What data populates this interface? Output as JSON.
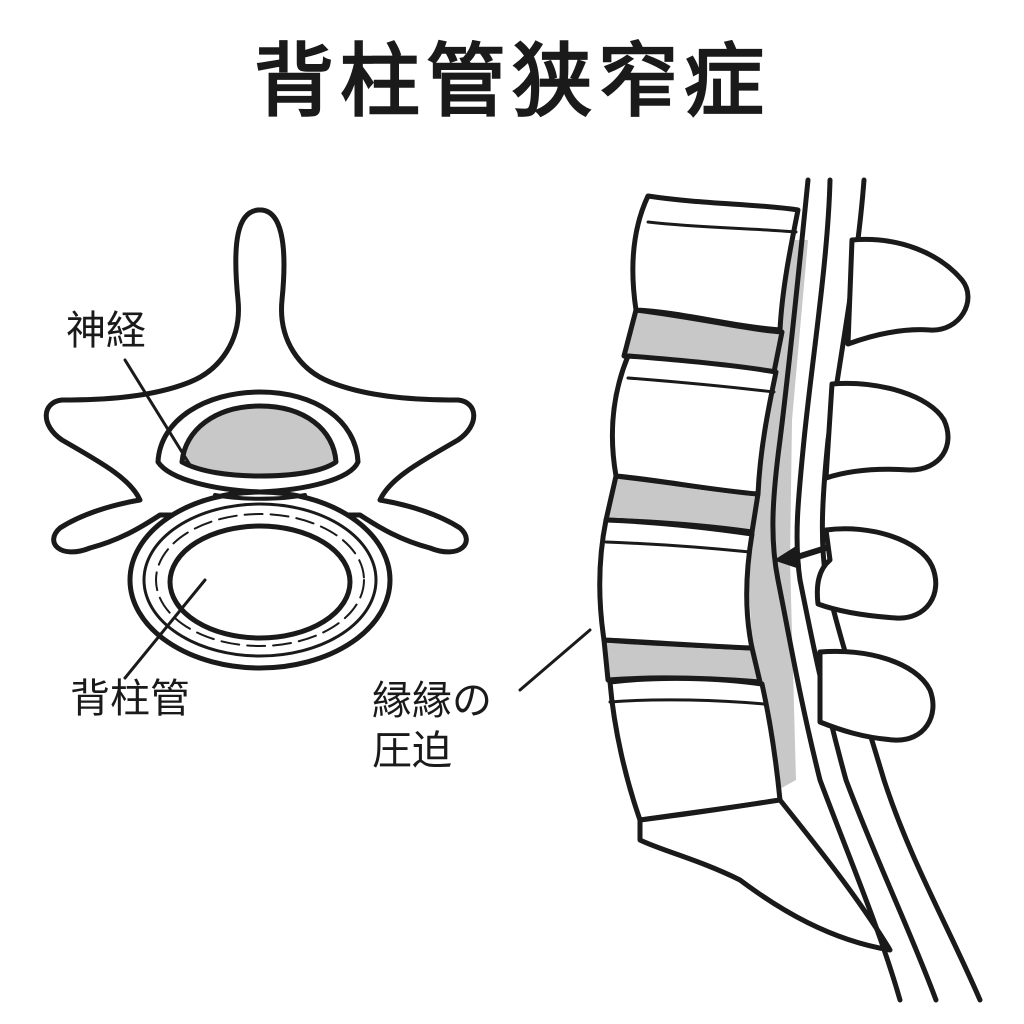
{
  "title": "背柱管狭窄症",
  "labels": {
    "nerve": "神経",
    "spinal_canal": "背柱管",
    "compression_line1": "縁縁の",
    "compression_line2": "圧迫"
  },
  "colors": {
    "stroke": "#1a1a1a",
    "fill_gray": "#c8c8c8",
    "background": "#ffffff"
  }
}
